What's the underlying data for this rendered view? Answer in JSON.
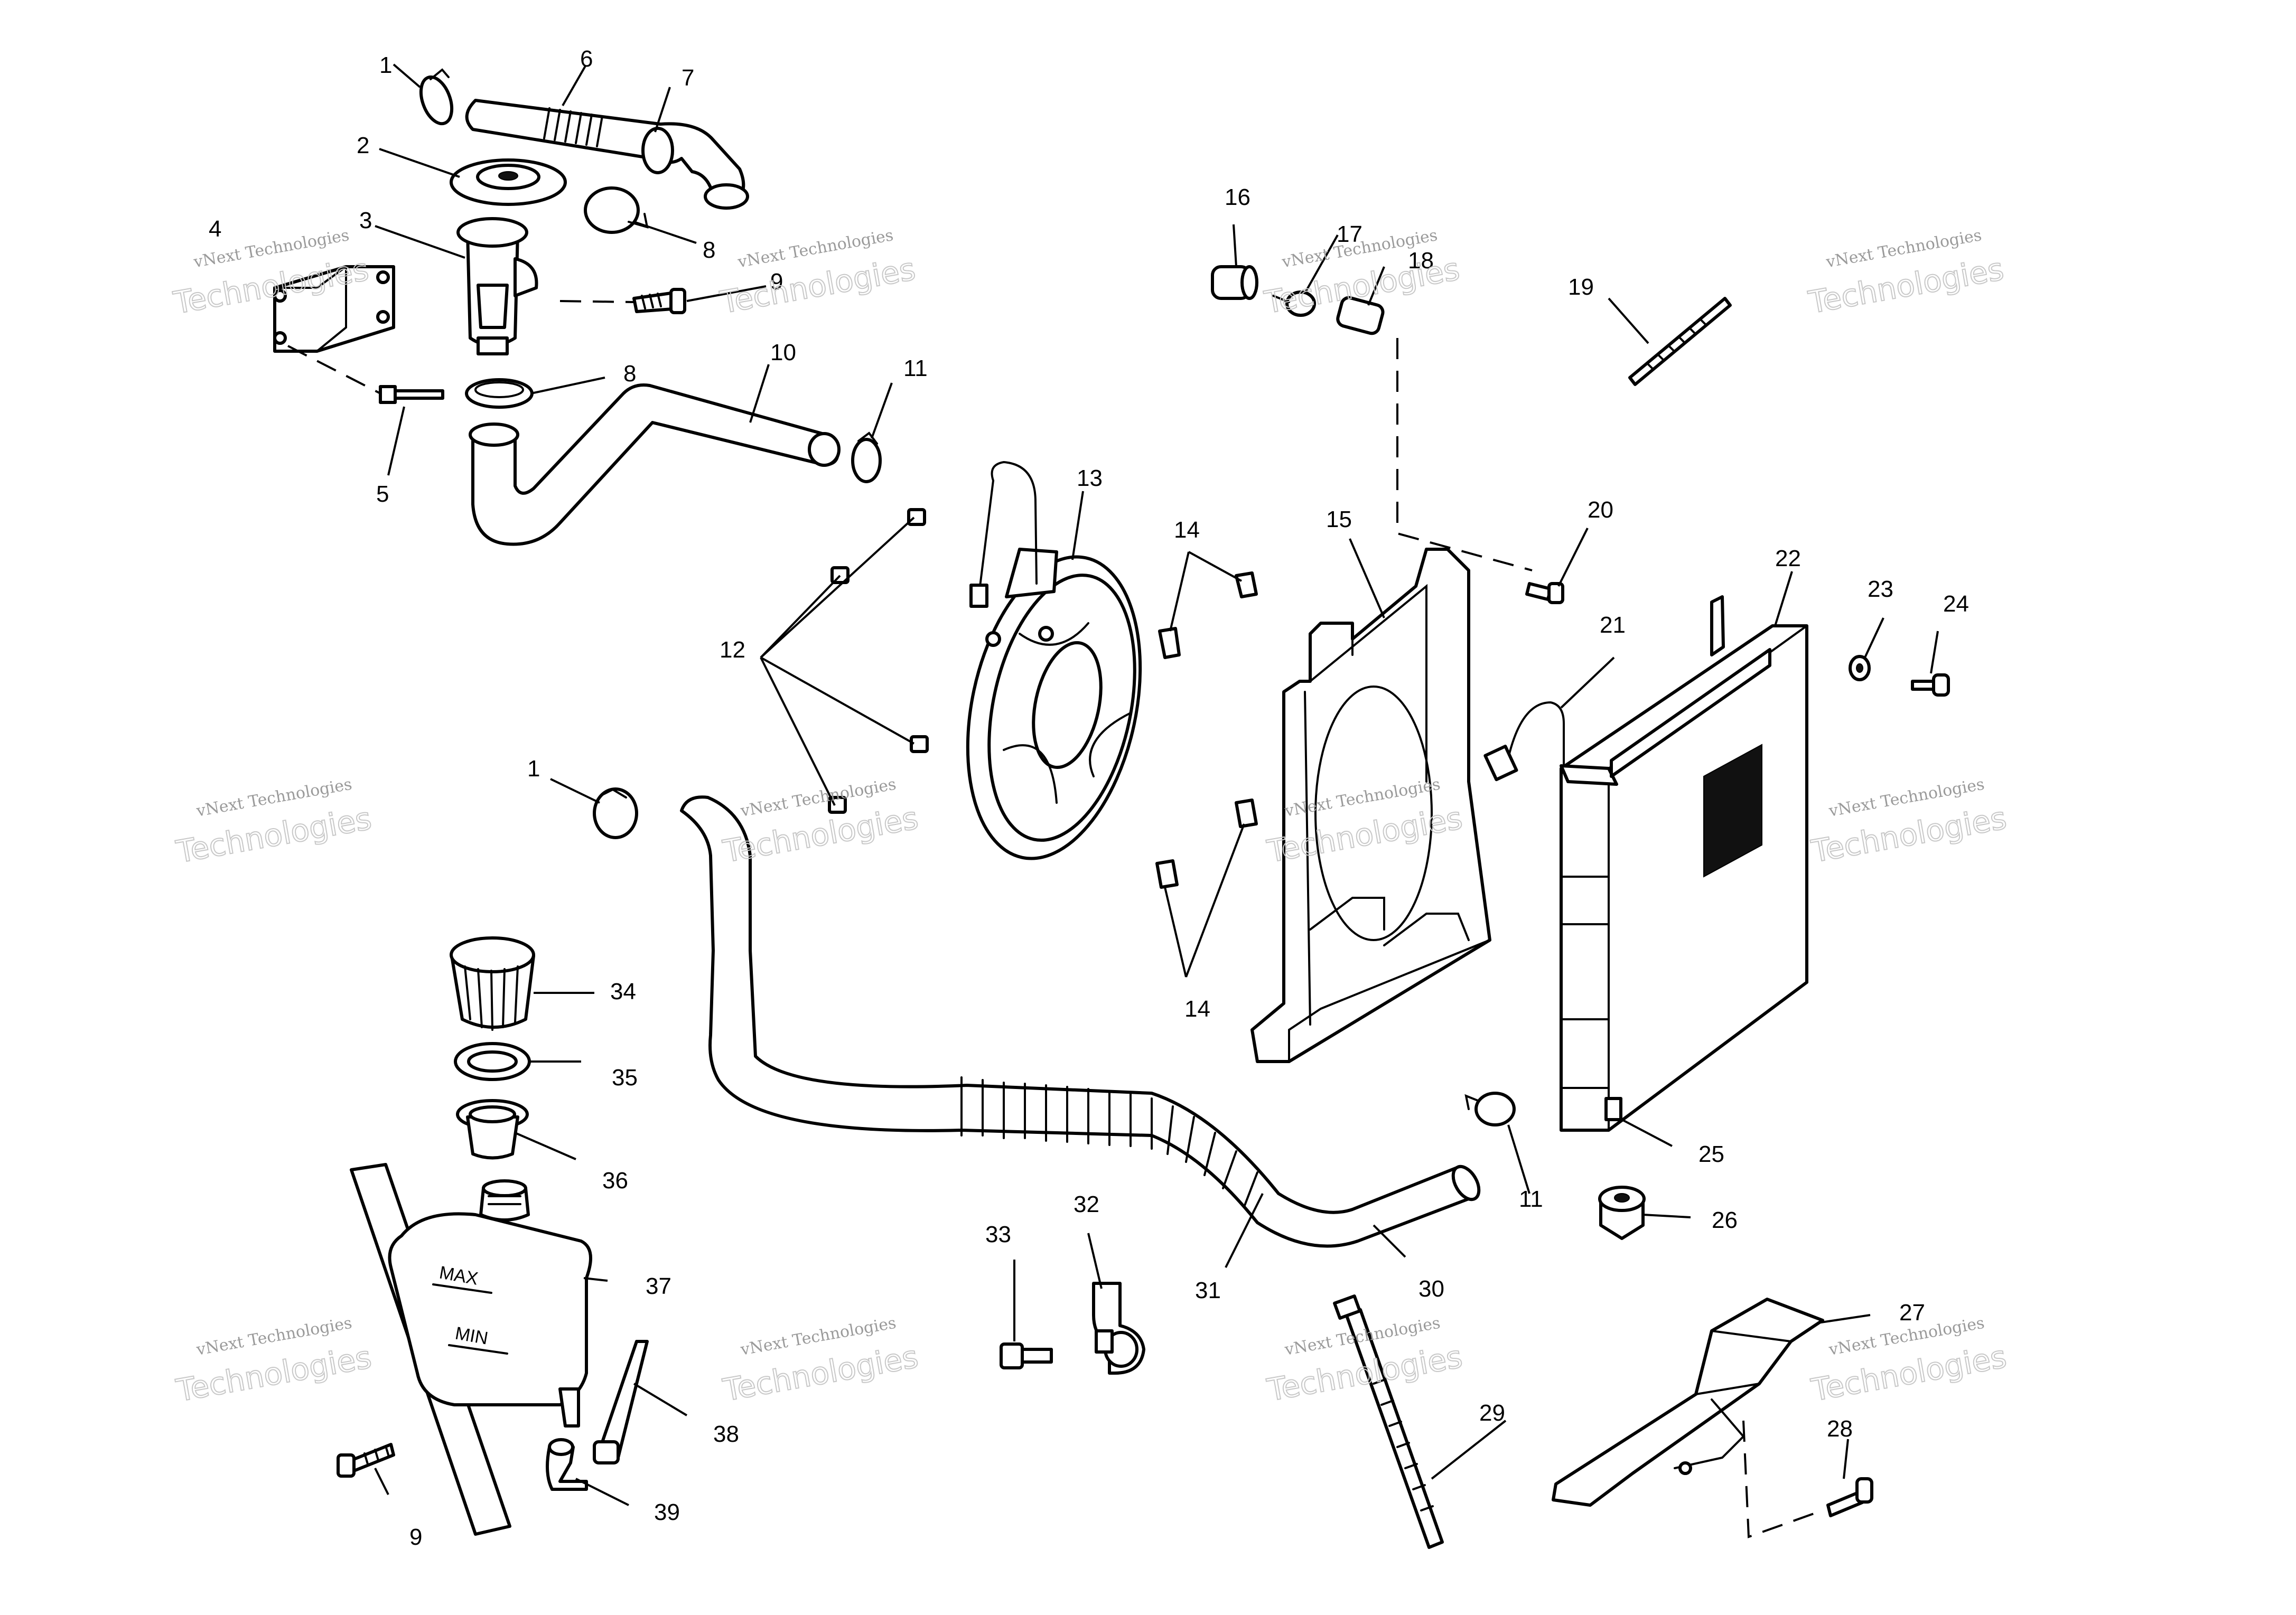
{
  "diagram": {
    "callouts": [
      "1",
      "2",
      "3",
      "4",
      "5",
      "6",
      "7",
      "8",
      "9",
      "8",
      "10",
      "11",
      "16",
      "17",
      "18",
      "19",
      "13",
      "14",
      "15",
      "20",
      "22",
      "23",
      "24",
      "21",
      "12",
      "1",
      "14",
      "34",
      "35",
      "36",
      "37",
      "25",
      "11",
      "26",
      "33",
      "32",
      "31",
      "30",
      "27",
      "29",
      "28",
      "38",
      "39",
      "9"
    ],
    "tank_marks": {
      "max": "MAX",
      "min": "MIN"
    },
    "watermark": {
      "line1": "vNext Technologies",
      "line2": "Technologies"
    }
  }
}
